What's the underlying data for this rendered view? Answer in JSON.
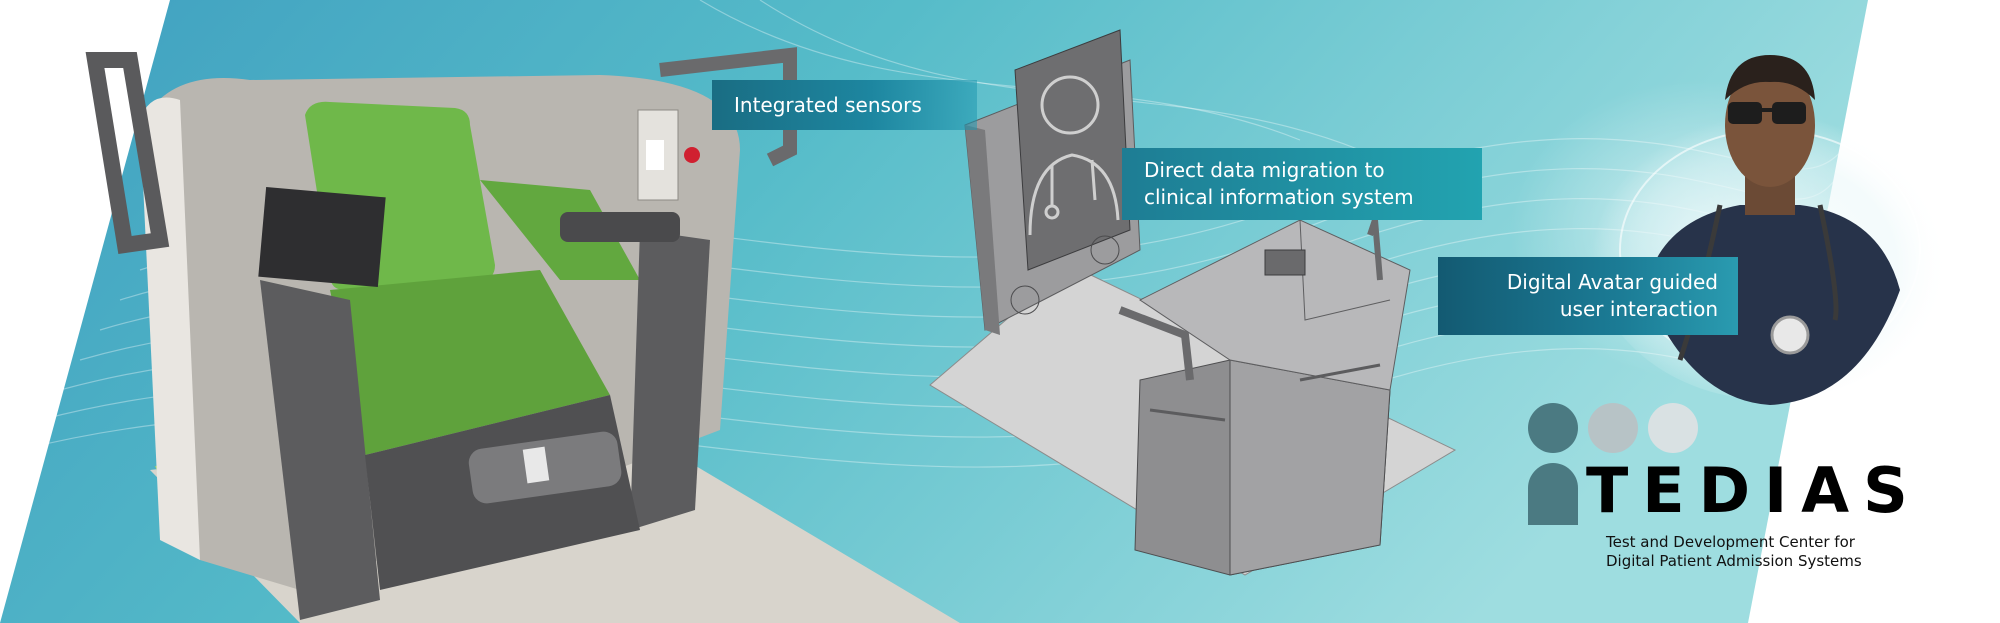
{
  "callouts": {
    "sensors": "Integrated sensors",
    "migration_line1": "Direct data migration to",
    "migration_line2": "clinical information system",
    "avatar_line1": "Digital Avatar guided",
    "avatar_line2": "user interaction"
  },
  "logo": {
    "wordmark": "TEDIAS",
    "tagline_line1": "Test and Development Center for",
    "tagline_line2": "Digital Patient Admission Systems"
  },
  "illustrations": {
    "chair": "patient-admission-chair",
    "technical_drawing": "admission-station-technical-drawing",
    "avatar": "digital-doctor-avatar"
  },
  "colors": {
    "background_teal": "#5fc3cc",
    "callout_teal": "#1d86a0",
    "chair_green": "#6fb84a",
    "logo_grey": "#4b7a82"
  }
}
